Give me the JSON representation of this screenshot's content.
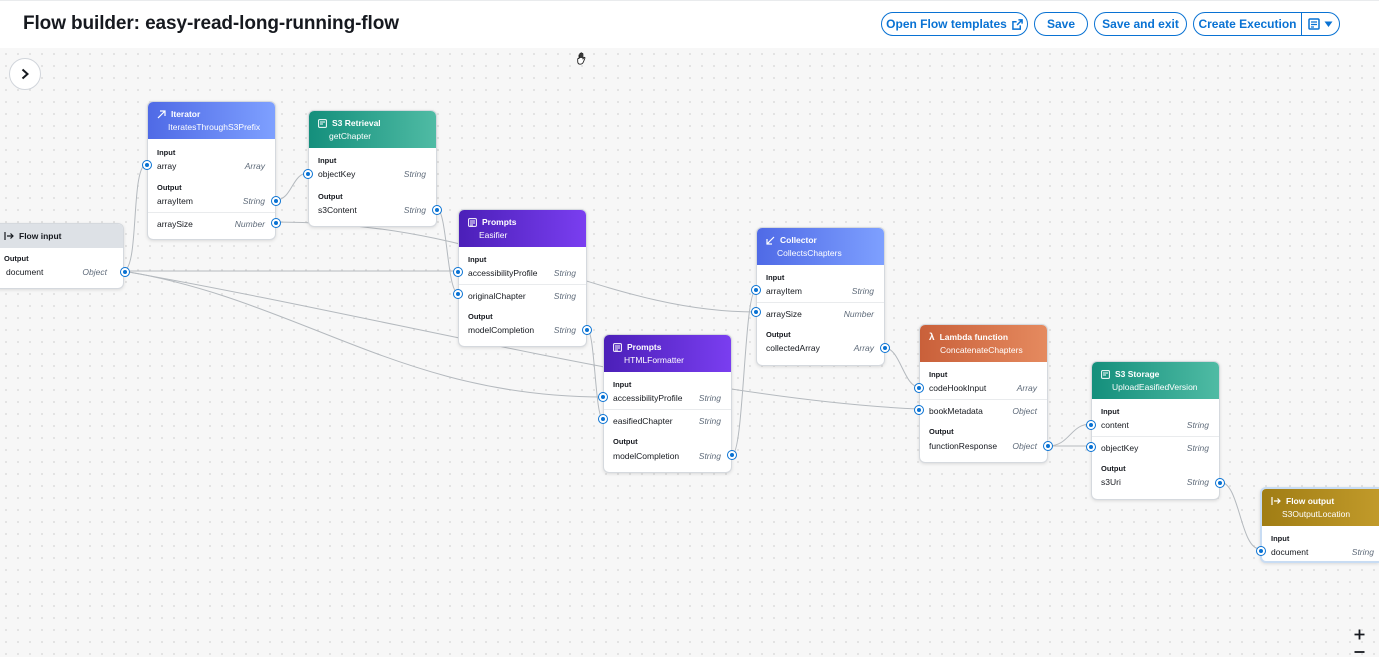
{
  "header": {
    "title": "Flow builder: easy-read-long-running-flow",
    "open_templates": "Open Flow templates",
    "save": "Save",
    "save_exit": "Save and exit",
    "create_execution": "Create Execution"
  },
  "colors": {
    "accent": "#0972d3",
    "iterator": "#5a78f0",
    "s3": "#1f9e88",
    "prompts": "#5b2bcf",
    "lambda": "#d96f43",
    "flow_output": "#b08a19",
    "flow_input": "#d9dde2"
  },
  "nodes": {
    "flow_input": {
      "type": "Flow input",
      "output_label": "Output",
      "outputs": [
        {
          "name": "document",
          "type": "Object"
        }
      ]
    },
    "iterator": {
      "type": "Iterator",
      "name": "IteratesThroughS3Prefix",
      "input_label": "Input",
      "output_label": "Output",
      "inputs": [
        {
          "name": "array",
          "type": "Array"
        }
      ],
      "outputs": [
        {
          "name": "arrayItem",
          "type": "String"
        },
        {
          "name": "arraySize",
          "type": "Number"
        }
      ]
    },
    "s3_retrieval": {
      "type": "S3 Retrieval",
      "name": "getChapter",
      "input_label": "Input",
      "output_label": "Output",
      "inputs": [
        {
          "name": "objectKey",
          "type": "String"
        }
      ],
      "outputs": [
        {
          "name": "s3Content",
          "type": "String"
        }
      ]
    },
    "easifier": {
      "type": "Prompts",
      "name": "Easifier",
      "input_label": "Input",
      "output_label": "Output",
      "inputs": [
        {
          "name": "accessibilityProfile",
          "type": "String"
        },
        {
          "name": "originalChapter",
          "type": "String"
        }
      ],
      "outputs": [
        {
          "name": "modelCompletion",
          "type": "String"
        }
      ]
    },
    "html_formatter": {
      "type": "Prompts",
      "name": "HTMLFormatter",
      "input_label": "Input",
      "output_label": "Output",
      "inputs": [
        {
          "name": "accessibilityProfile",
          "type": "String"
        },
        {
          "name": "easifiedChapter",
          "type": "String"
        }
      ],
      "outputs": [
        {
          "name": "modelCompletion",
          "type": "String"
        }
      ]
    },
    "collector": {
      "type": "Collector",
      "name": "CollectsChapters",
      "input_label": "Input",
      "output_label": "Output",
      "inputs": [
        {
          "name": "arrayItem",
          "type": "String"
        },
        {
          "name": "arraySize",
          "type": "Number"
        }
      ],
      "outputs": [
        {
          "name": "collectedArray",
          "type": "Array"
        }
      ]
    },
    "lambda": {
      "type": "Lambda function",
      "name": "ConcatenateChapters",
      "input_label": "Input",
      "output_label": "Output",
      "inputs": [
        {
          "name": "codeHookInput",
          "type": "Array"
        },
        {
          "name": "bookMetadata",
          "type": "Object"
        }
      ],
      "outputs": [
        {
          "name": "functionResponse",
          "type": "Object"
        }
      ]
    },
    "s3_storage": {
      "type": "S3 Storage",
      "name": "UploadEasifiedVersion",
      "input_label": "Input",
      "output_label": "Output",
      "inputs": [
        {
          "name": "content",
          "type": "String"
        },
        {
          "name": "objectKey",
          "type": "String"
        }
      ],
      "outputs": [
        {
          "name": "s3Uri",
          "type": "String"
        }
      ]
    },
    "flow_output": {
      "type": "Flow output",
      "name": "S3OutputLocation",
      "input_label": "Input",
      "inputs": [
        {
          "name": "document",
          "type": "String"
        }
      ]
    }
  },
  "icons": {
    "sidebar_toggle": "chevron-right-icon",
    "cursor": "grab-hand-icon",
    "external": "external-link-icon",
    "zoom_in": "plus-icon",
    "zoom_out": "minus-icon"
  }
}
